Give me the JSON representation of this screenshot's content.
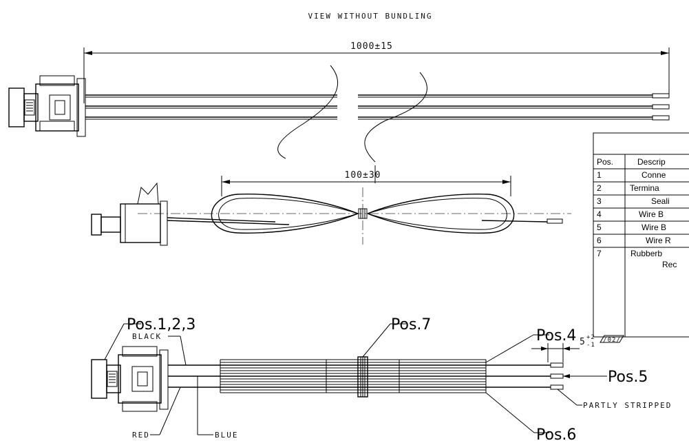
{
  "diagram": {
    "view_title": "VIEW WITHOUT BUNDLING",
    "dim_total_length": "1000±15",
    "dim_loop": "100±30",
    "dim_strip_base": "5",
    "dim_strip_plus": "+2",
    "dim_strip_minus": "-1",
    "revision_tag": "/02/",
    "callouts": {
      "pos123": "Pos.1,2,3",
      "pos7": "Pos.7",
      "pos4": "Pos.4",
      "pos5": "Pos.5",
      "pos6": "Pos.6"
    },
    "wire_labels": {
      "black": "BLACK",
      "red": "RED",
      "blue": "BLUE",
      "partly_stripped": "PARTLY STRIPPED"
    }
  },
  "bom_table": {
    "headers": [
      "Pos.",
      "Descrip"
    ],
    "rows": [
      {
        "pos": "1",
        "desc": "Conne"
      },
      {
        "pos": "2",
        "desc": "Termina"
      },
      {
        "pos": "3",
        "desc": "Seali"
      },
      {
        "pos": "4",
        "desc": "Wire B"
      },
      {
        "pos": "5",
        "desc": "Wire B"
      },
      {
        "pos": "6",
        "desc": "Wire R"
      },
      {
        "pos": "7",
        "desc": "Rubberb",
        "desc_line2": "Rec"
      }
    ]
  }
}
